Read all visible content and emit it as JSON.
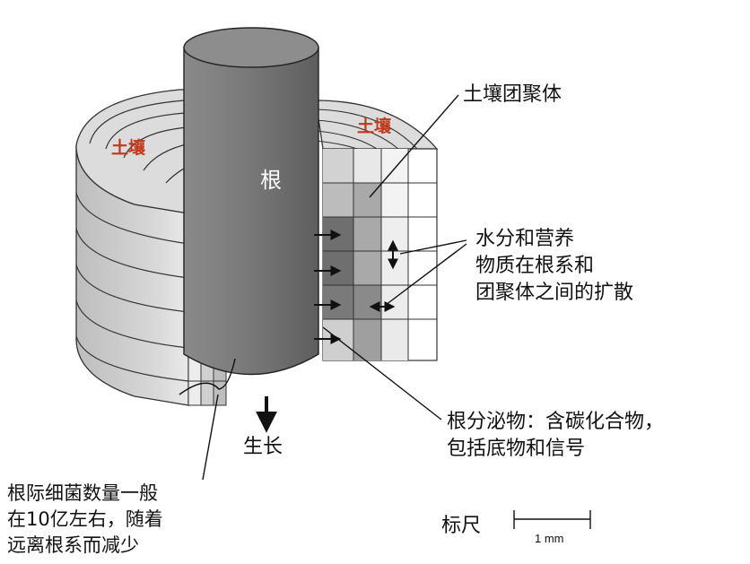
{
  "labels": {
    "soil_left": "土壤",
    "soil_right": "土壤",
    "root": "根",
    "aggregate": "土壤团聚体",
    "diffusion": [
      "水分和营养",
      "物质在根系和",
      "团聚体之间的扩散"
    ],
    "exudates": [
      "根分泌物：含碳化合物，",
      "包括底物和信号"
    ],
    "growth": "生长",
    "microbes": [
      "根际细菌数量一般",
      "在10亿左右，随着",
      "远离根系而减少"
    ],
    "scale": "标尺",
    "scale_unit": "1 mm"
  },
  "colors": {
    "soil_label": "#c0391b",
    "root_body": "#7d7d7d",
    "root_top": "#9a9a9a",
    "soil_outer": "#c9c9c9",
    "soil_inner": "#e6e6e6",
    "cell_dark": "#6f6f6f",
    "cell_mid": "#a6a6a6",
    "line": "#1a1a1a"
  }
}
